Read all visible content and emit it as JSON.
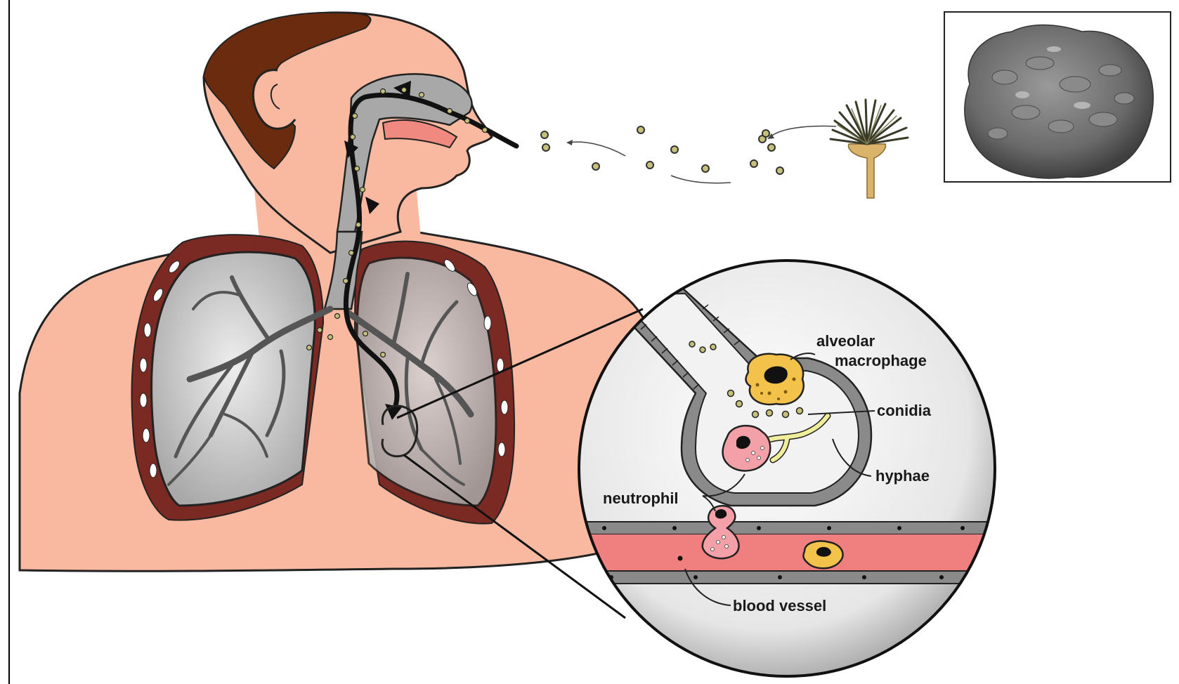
{
  "figure": {
    "labels": {
      "alveolar_line1": "alveolar",
      "alveolar_line2": "macrophage",
      "conidia": "conidia",
      "hyphae": "hyphae",
      "neutrophil": "neutrophil",
      "blood_vessel": "blood vessel"
    },
    "colors": {
      "skin": "#f9b9a0",
      "skin_outline": "#222222",
      "hair": "#6b2b0e",
      "airway_gray": "#a8a8a8",
      "lung_gray": "#bcbcbc",
      "pleura": "#7a2a22",
      "blood": "#f08080",
      "macrophage": "#f2c24a",
      "neutrophil": "#f4a0a8",
      "hyphae": "#f0ee9a",
      "spore": "#c7c07a",
      "conidiophore": "#d9b46a"
    },
    "icons": [
      "human-torso-illustration",
      "conidiophore-icon",
      "macrophage-micrograph",
      "alveolus-magnifier"
    ]
  }
}
